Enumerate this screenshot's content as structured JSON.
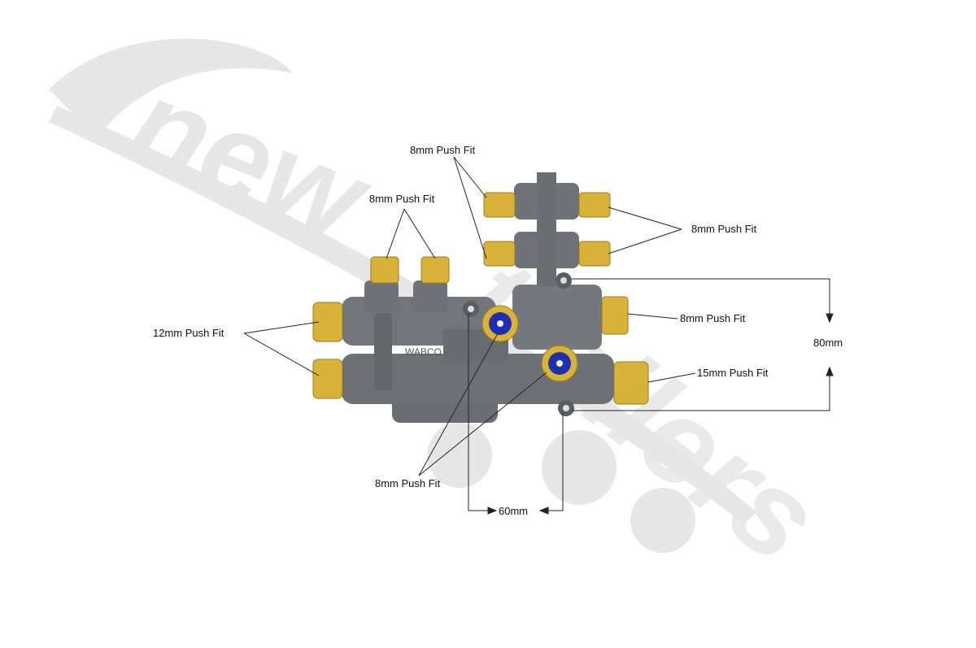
{
  "watermark": {
    "logo_text": "newtrailers",
    "color": "#e4e4e4"
  },
  "labels": {
    "top_center": "8mm Push Fit",
    "top_left": "8mm Push Fit",
    "top_right": "8mm Push Fit",
    "mid_right": "8mm Push Fit",
    "left": "12mm Push Fit",
    "right_lower": "15mm Push Fit",
    "bottom": "8mm Push Fit"
  },
  "dimensions": {
    "height": "80mm",
    "width": "60mm"
  },
  "colors": {
    "body": "#6f7377",
    "brass": "#d9b23a",
    "blue_insert": "#1f2fae",
    "line": "#222222"
  }
}
